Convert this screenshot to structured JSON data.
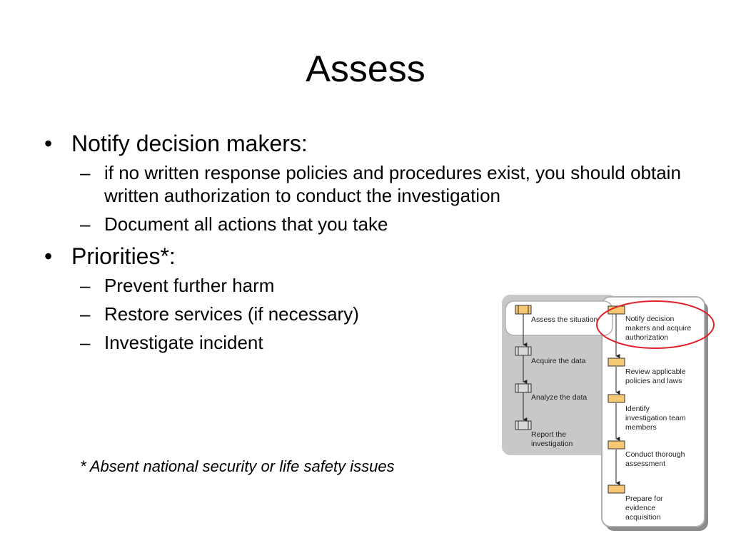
{
  "slide": {
    "title": "Assess",
    "bullets": [
      {
        "text": "Notify decision makers:",
        "sub": [
          "if no written response policies and procedures exist, you should obtain written authorization to conduct the investigation",
          "Document all actions that you take"
        ]
      },
      {
        "text": "Priorities*:",
        "sub": [
          "Prevent further harm",
          "Restore services (if necessary)",
          "Investigate incident"
        ]
      }
    ],
    "footnote": "* Absent national security or life safety issues"
  },
  "diagram": {
    "left_steps": [
      "Assess the situation",
      "Acquire the data",
      "Analyze the data",
      "Report the investigation"
    ],
    "right_steps": [
      "Notify decision makers and acquire authorization",
      "Review applicable policies and laws",
      "Identify investigation team members",
      "Conduct thorough assessment",
      "Prepare for evidence acquisition"
    ],
    "colors": {
      "highlight_box": "#F7C873",
      "neutral_box": "#D9D9D9",
      "left_panel": "#C8C8C8",
      "callout_ellipse": "#E0202A"
    }
  }
}
